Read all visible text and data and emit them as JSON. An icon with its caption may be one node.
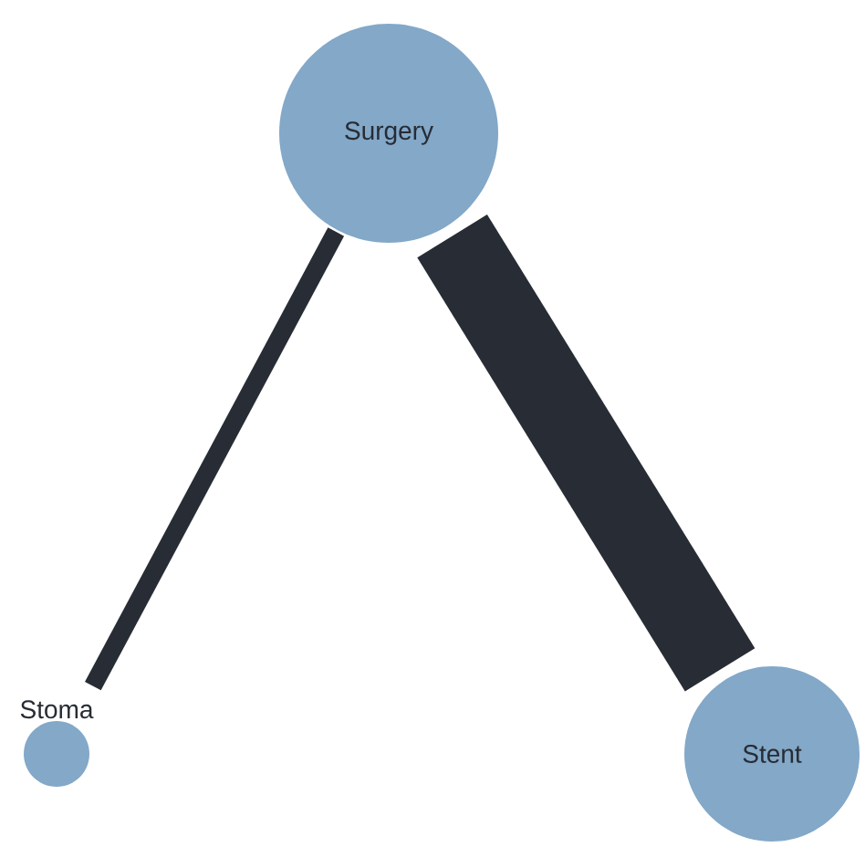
{
  "diagram": {
    "nodes": [
      {
        "text": [
          "Surgery"
        ]
      },
      {
        "text": [
          "Stoma"
        ]
      },
      {
        "text": [
          "Stent"
        ]
      }
    ],
    "edges": [
      {
        "from": 0,
        "to": 1,
        "arrow": "none",
        "color": "#272c35"
      },
      {
        "from": 0,
        "to": 2,
        "arrow": "none",
        "style": "thick",
        "color": "#272c35"
      }
    ]
  }
}
